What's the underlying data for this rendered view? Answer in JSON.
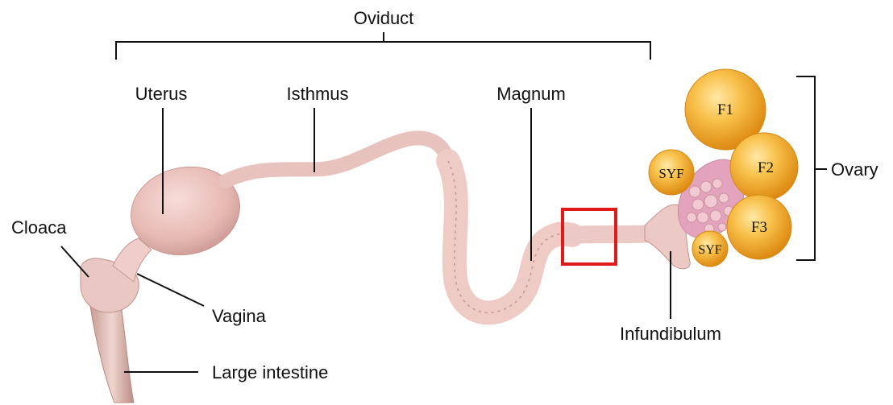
{
  "labels": {
    "oviduct": "Oviduct",
    "uterus": "Uterus",
    "isthmus": "Isthmus",
    "magnum": "Magnum",
    "cloaca": "Cloaca",
    "vagina": "Vagina",
    "large_intestine": "Large intestine",
    "infundibulum": "Infundibulum",
    "ovary": "Ovary"
  },
  "follicles": {
    "f1": "F1",
    "f2": "F2",
    "f3": "F3",
    "syf_upper": "SYF",
    "syf_lower": "SYF"
  },
  "colors": {
    "tissue": "#f2d3cf",
    "tissue_shade": "#d9a9a4",
    "uterus": "#e9bdb8",
    "follicle": "#f6b632",
    "follicle_edge": "#d98c10",
    "highlight_box": "#e0191b",
    "text": "#111111"
  }
}
